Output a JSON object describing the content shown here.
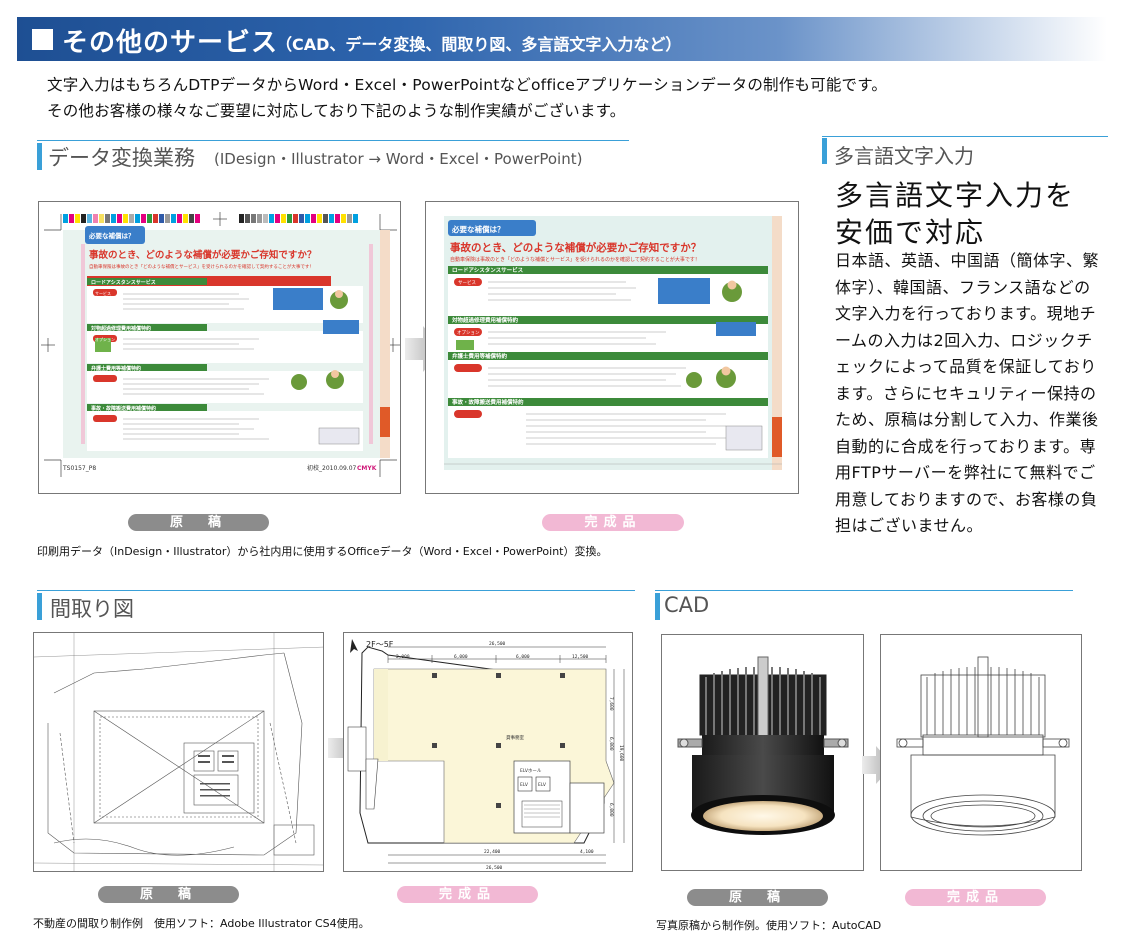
{
  "header": {
    "title": "その他のサービス",
    "subtitle": "（CAD、データ変換、間取り図、多言語文字入力など）"
  },
  "intro": {
    "line1": "文字入力はもちろんDTPデータからWord・Excel・PowerPointなどofficeアプリケーションデータの制作も可能です。",
    "line2": "その他お客様の様々なご要望に対応しており下記のような制作実績がございます。"
  },
  "data_conversion": {
    "title": "データ変換業務",
    "subtitle": "(IDesign・Illustrator → Word・Excel・PowerPoint)",
    "original_label": "原　稿",
    "finished_label": "完成品",
    "caption": "印刷用データ（InDesign・Illustrator）から社内用に使用するOfficeデータ（Word・Excel・PowerPoint）変換。",
    "doc": {
      "badge": "必要な補償は？",
      "headline": "事故のとき、どのような補償が必要かご存知ですか？",
      "subline": "自動車保険は事故のとき「どのような補償とサービス」を受けられるのかを確認して契約することが大事です！",
      "row1": "ロードアシスタンスサービス",
      "row2": "対物超過修理費用補償特約",
      "row3": "弁護士費用等補償特約",
      "row4": "事故・故障搬送費用補償特約",
      "option": "オプション",
      "service": "サービス",
      "footer_left": "TS0157_P8",
      "footer_right": "初校_2010.09.07",
      "cmyk": "CMYK"
    }
  },
  "multilang": {
    "title": "多言語文字入力",
    "headline1": "多言語文字入力を",
    "headline2": "安価で対応",
    "body": "日本語、英語、中国語（簡体字、繁体字）、韓国語、フランス語などの文字入力を行っております。現地チームの入力は2回入力、ロジックチェックによって品質を保証しております。さらにセキュリティー保持のため、原稿は分割して入力、作業後自動的に合成を行っております。専用FTPサーバーを弊社にて無料でご用意しておりますので、お客様の負担はございません。"
  },
  "floorplan": {
    "title": "間取り図",
    "floor_label": "2F〜5F",
    "dims": {
      "top_total": "26,500",
      "top_a": "2,000",
      "top_b": "6,000",
      "top_c": "6,000",
      "top_d": "12,500",
      "bottom_a": "22,400",
      "bottom_b": "4,100",
      "bottom_total": "26,500",
      "right_a": "7,600",
      "right_b": "6,000",
      "right_c": "6,000",
      "right_total": "19,600"
    },
    "room_label": "貸事務室",
    "hall_label": "ELVホール",
    "elv": "ELV",
    "original_label": "原　稿",
    "finished_label": "完成品",
    "caption": "不動産の間取り制作例　使用ソフト：Adobe Illustrator CS4使用。"
  },
  "cad": {
    "title": "CAD",
    "original_label": "原　稿",
    "finished_label": "完成品",
    "caption": "写真原稿から制作例。使用ソフト：AutoCAD"
  },
  "colors": {
    "header_blue": "#1e4f93",
    "accent_cyan": "#3aa0d8",
    "pill_gray": "#8c8c8c",
    "pill_pink": "#f2b8d4",
    "doc_red": "#d9362b",
    "doc_green": "#3c8a3a"
  },
  "icons": {
    "arrow": "right-arrow-icon",
    "north": "north-arrow-icon"
  }
}
